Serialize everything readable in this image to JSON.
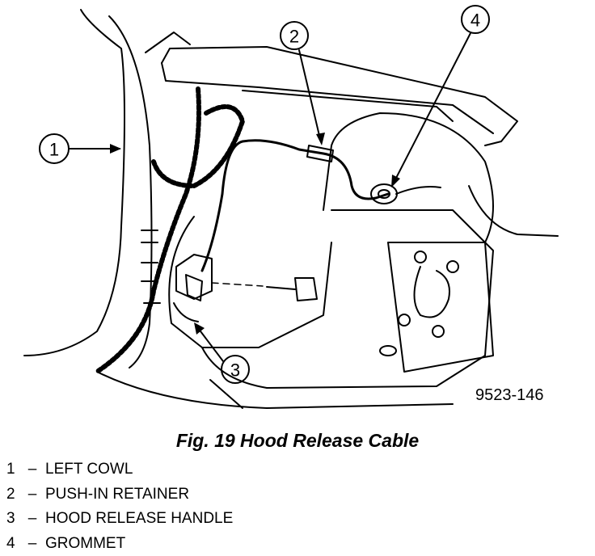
{
  "figure": {
    "code": "9523-146",
    "callouts": [
      "1",
      "2",
      "3",
      "4"
    ]
  },
  "caption": "Fig. 19 Hood Release Cable",
  "legend": [
    {
      "num": "1",
      "label": "LEFT COWL"
    },
    {
      "num": "2",
      "label": "PUSH-IN RETAINER"
    },
    {
      "num": "3",
      "label": "HOOD RELEASE HANDLE"
    },
    {
      "num": "4",
      "label": "GROMMET"
    }
  ]
}
